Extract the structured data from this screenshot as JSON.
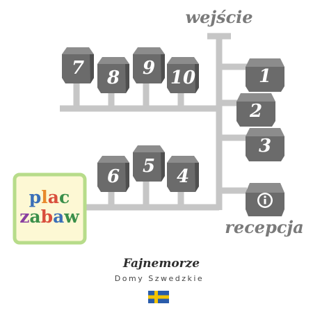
{
  "entrance_label": "wejście",
  "reception_label": "recepcja",
  "playground": {
    "line1": [
      "p",
      "l",
      "a",
      "c"
    ],
    "line2": [
      "z",
      "a",
      "b",
      "a",
      "w"
    ],
    "line1_colors": [
      "#3a6fb8",
      "#e8892b",
      "#d94f3d",
      "#3a8f4a"
    ],
    "line2_colors": [
      "#8a3fa0",
      "#3a8f4a",
      "#d94f3d",
      "#3a6fb8",
      "#3a8f4a"
    ],
    "border_color": "#b7dc8a",
    "fill_color": "#fdf8d4"
  },
  "houses_top": [
    "7",
    "8",
    "9",
    "10"
  ],
  "houses_bottom": [
    "6",
    "5",
    "4"
  ],
  "houses_right": [
    "1",
    "2",
    "3"
  ],
  "reception_icon": "info-icon",
  "footer": {
    "title": "Fajnemorze",
    "subtitle": "Domy Szwedzkie",
    "flag": "sweden-flag-icon"
  },
  "colors": {
    "path": "#c6c6c6",
    "house_front": "#6b6b6b",
    "house_top": "#8c8c8c",
    "house_side": "#4f4f4f",
    "flag_blue": "#2a5caa",
    "flag_yellow": "#f4c400"
  }
}
